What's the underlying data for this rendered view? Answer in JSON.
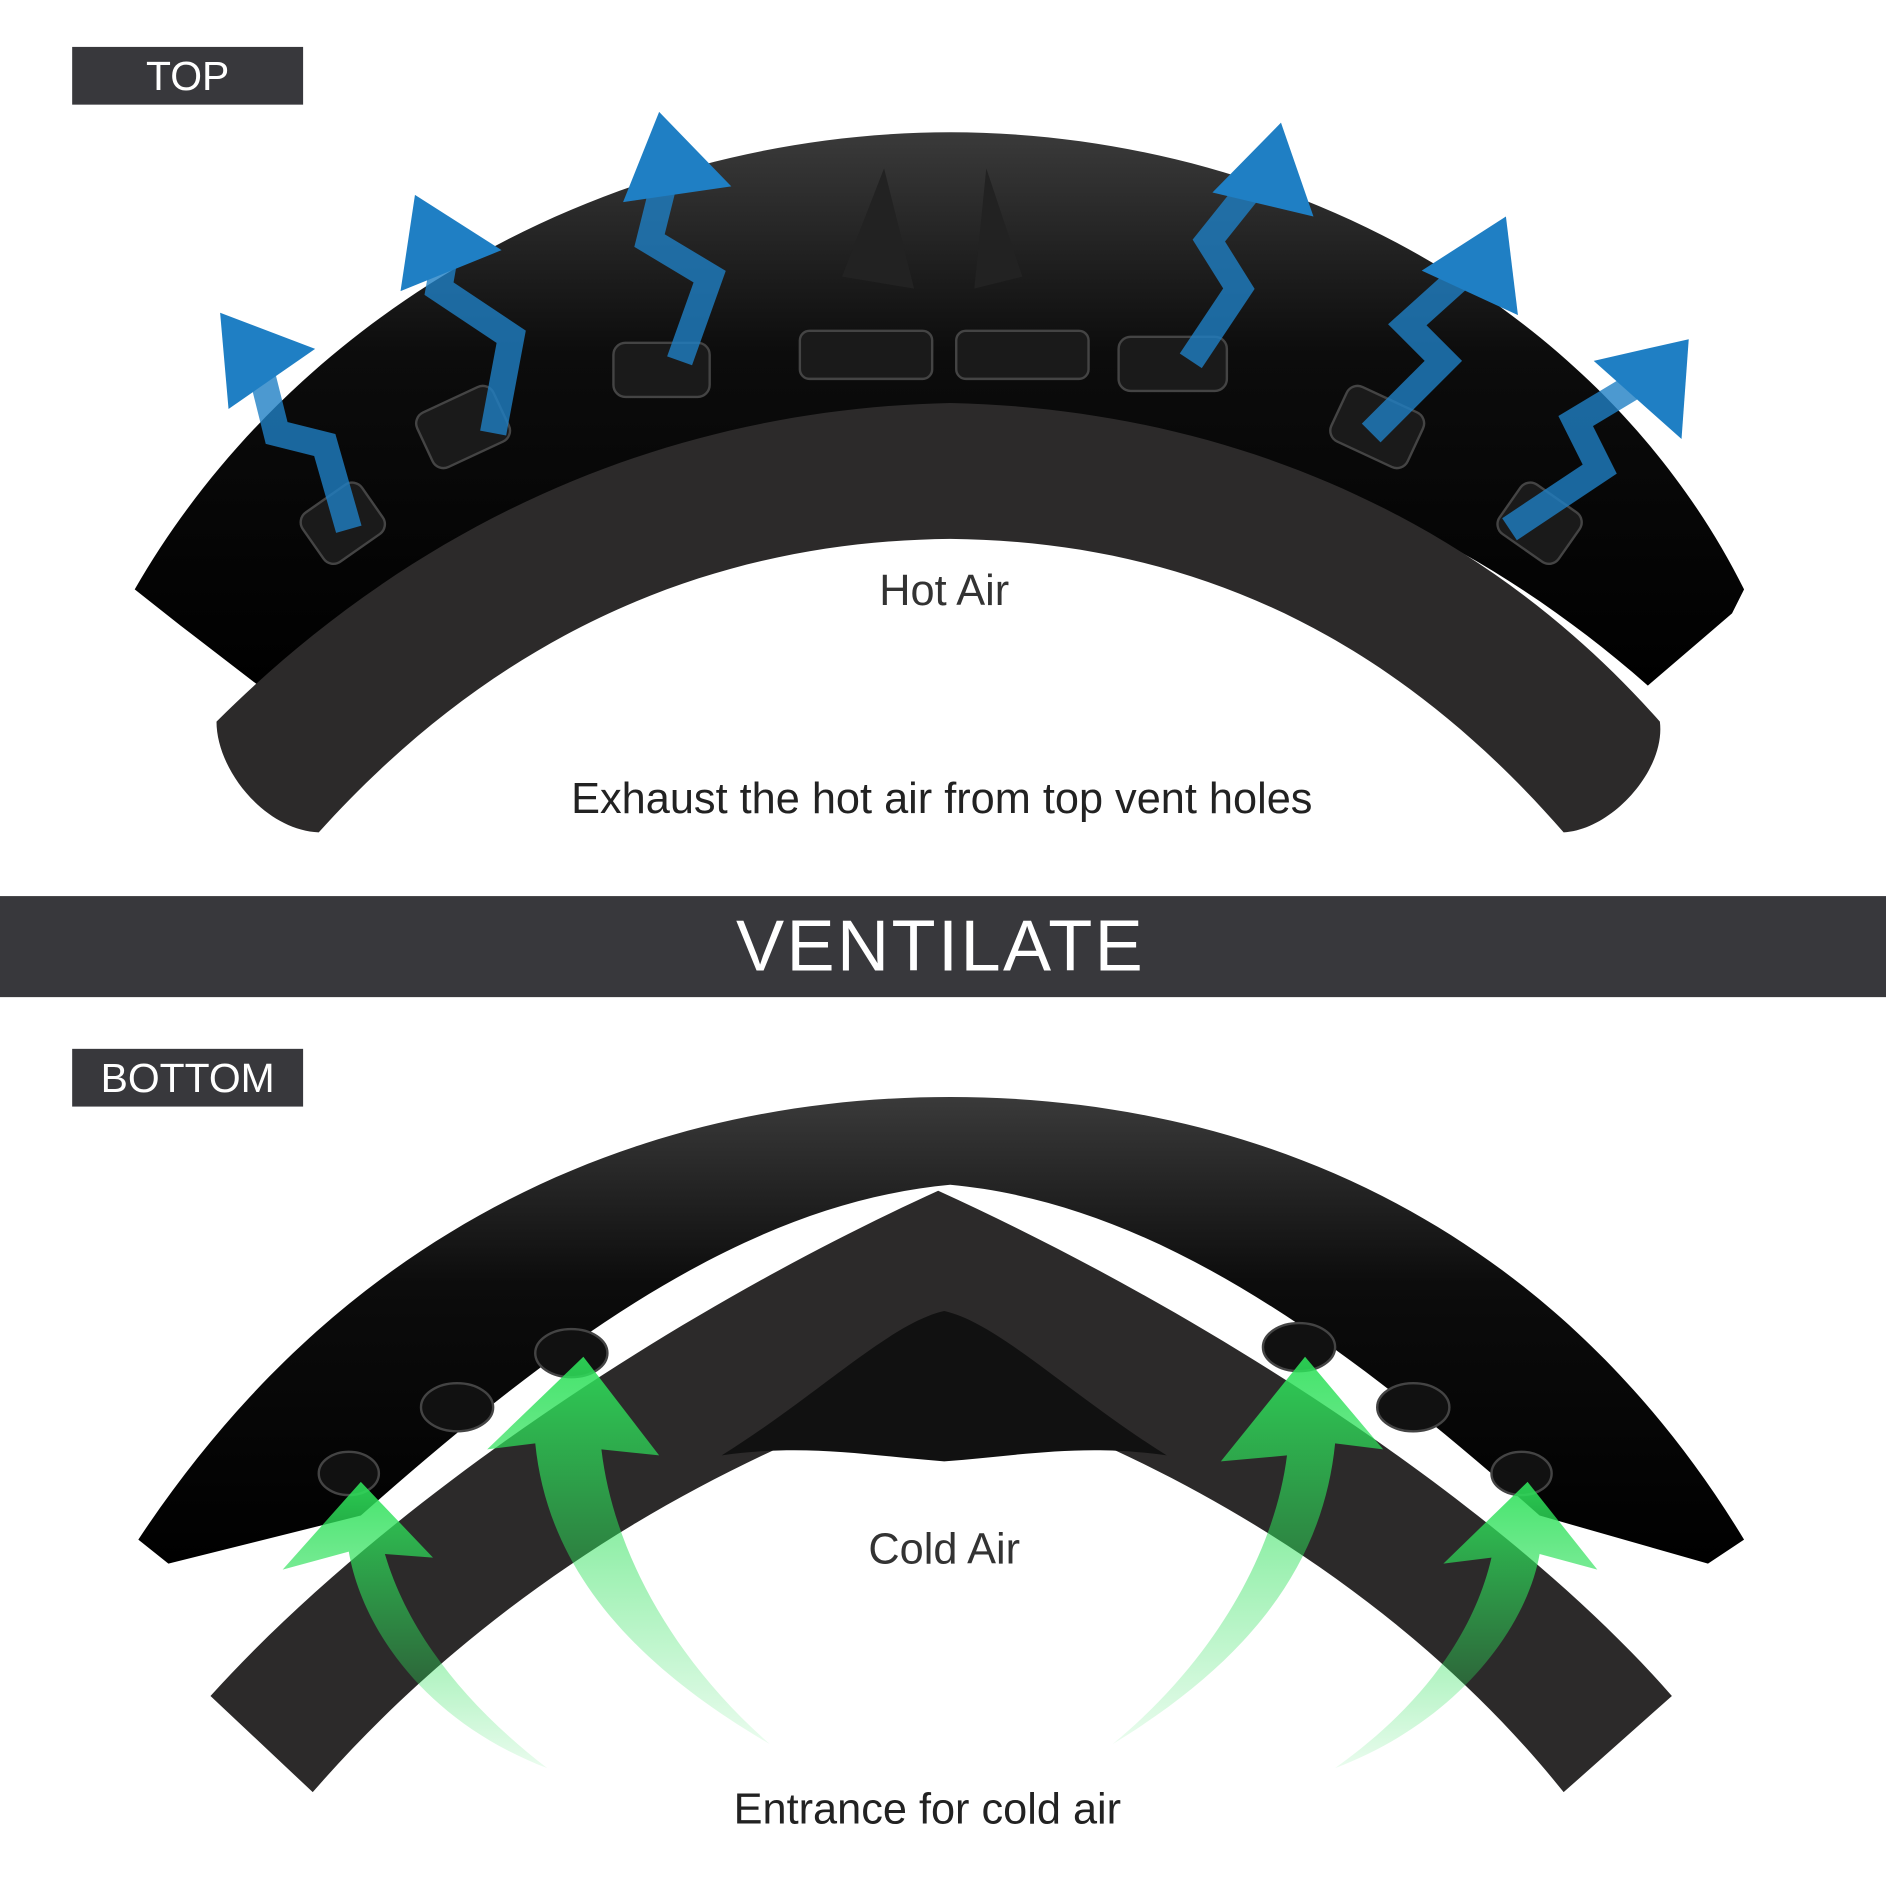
{
  "top_section": {
    "tag": "TOP",
    "air_label": "Hot Air",
    "caption": "Exhaust the hot air from top vent holes"
  },
  "banner": {
    "title": "VENTILATE"
  },
  "bottom_section": {
    "tag": "BOTTOM",
    "air_label": "Cold Air",
    "caption": "Entrance for cold air"
  },
  "colors": {
    "banner_bg": "#38383c",
    "hot_arrow": "#1f7fc4",
    "cold_arrow": "#2ee05a",
    "frame": "#0b0b0b",
    "foam": "#2c2a2a"
  }
}
